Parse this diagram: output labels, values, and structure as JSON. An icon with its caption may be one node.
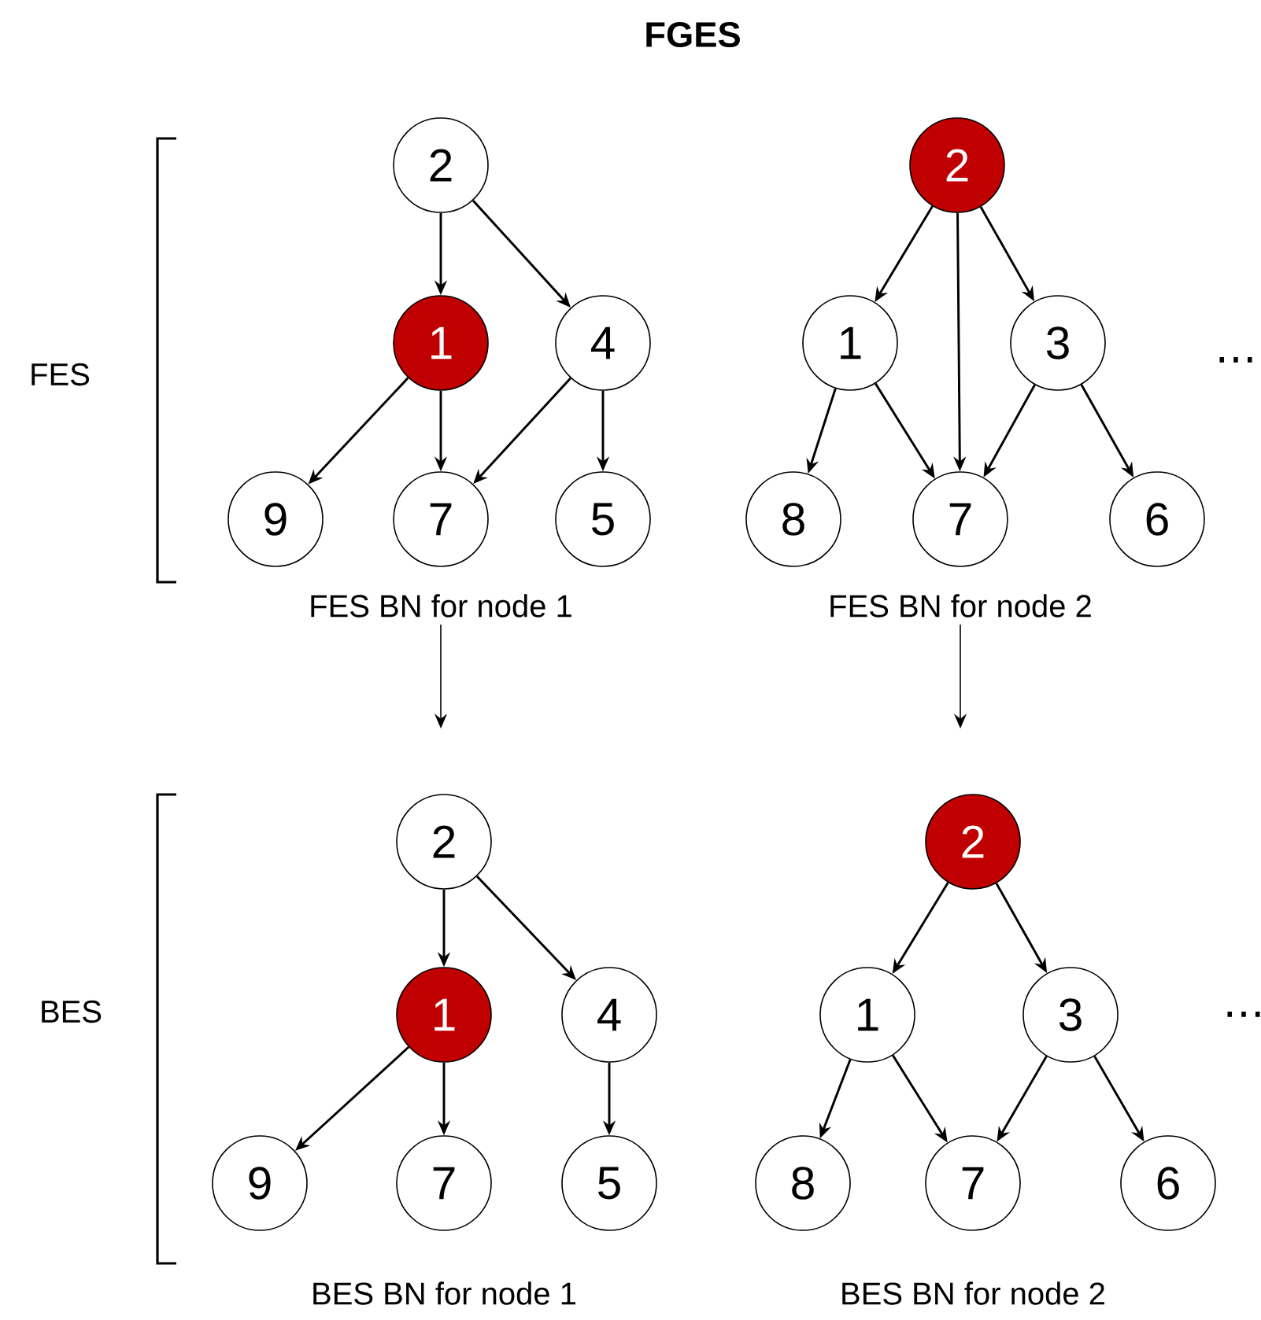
{
  "diagram": {
    "title": "FGES",
    "nodes": [
      {
        "text": [
          "2"
        ]
      },
      {
        "text": [
          "1"
        ]
      },
      {
        "text": [
          "4"
        ]
      },
      {
        "text": [
          "9"
        ]
      },
      {
        "text": [
          "7"
        ]
      },
      {
        "text": [
          "5"
        ]
      },
      {
        "text": [
          "FES BN for node 1"
        ]
      },
      {
        "text": [
          "2"
        ]
      },
      {
        "text": [
          "1"
        ]
      },
      {
        "text": [
          "3"
        ]
      },
      {
        "text": [
          "8"
        ]
      },
      {
        "text": [
          "7"
        ]
      },
      {
        "text": [
          "6"
        ]
      },
      {
        "text": [
          "FES BN for node 2"
        ]
      },
      {
        "text": [
          "2"
        ]
      },
      {
        "text": [
          "1"
        ]
      },
      {
        "text": [
          "4"
        ]
      },
      {
        "text": [
          "9"
        ]
      },
      {
        "text": [
          "7"
        ]
      },
      {
        "text": [
          "5"
        ]
      },
      {
        "text": [
          "BES BN for node 1"
        ]
      },
      {
        "text": [
          "2"
        ]
      },
      {
        "text": [
          "1"
        ]
      },
      {
        "text": [
          "3"
        ]
      },
      {
        "text": [
          "8"
        ]
      },
      {
        "text": [
          "7"
        ]
      },
      {
        "text": [
          "6"
        ]
      },
      {
        "text": [
          "BES BN for node 2"
        ]
      }
    ],
    "edges": [
      {
        "from": 0,
        "to": 1,
        "arrow": "to"
      },
      {
        "from": 0,
        "to": 2,
        "arrow": "to"
      },
      {
        "from": 1,
        "to": 3,
        "arrow": "to"
      },
      {
        "from": 1,
        "to": 4,
        "arrow": "to"
      },
      {
        "from": 2,
        "to": 4,
        "arrow": "to"
      },
      {
        "from": 2,
        "to": 5,
        "arrow": "to"
      },
      {
        "from": 7,
        "to": 8,
        "arrow": "to"
      },
      {
        "from": 7,
        "to": 11,
        "arrow": "to"
      },
      {
        "from": 7,
        "to": 9,
        "arrow": "to"
      },
      {
        "from": 8,
        "to": 10,
        "arrow": "to"
      },
      {
        "from": 8,
        "to": 11,
        "arrow": "to"
      },
      {
        "from": 9,
        "to": 11,
        "arrow": "to"
      },
      {
        "from": 9,
        "to": 12,
        "arrow": "to"
      },
      {
        "from": 14,
        "to": 15,
        "arrow": "to"
      },
      {
        "from": 14,
        "to": 16,
        "arrow": "to"
      },
      {
        "from": 15,
        "to": 17,
        "arrow": "to"
      },
      {
        "from": 15,
        "to": 18,
        "arrow": "to"
      },
      {
        "from": 16,
        "to": 19,
        "arrow": "to"
      },
      {
        "from": 21,
        "to": 22,
        "arrow": "to"
      },
      {
        "from": 21,
        "to": 23,
        "arrow": "to"
      },
      {
        "from": 22,
        "to": 24,
        "arrow": "to"
      },
      {
        "from": 22,
        "to": 25,
        "arrow": "to"
      },
      {
        "from": 23,
        "to": 25,
        "arrow": "to"
      },
      {
        "from": 23,
        "to": 26,
        "arrow": "to"
      },
      {
        "from": 6,
        "to": null,
        "arrow": "to"
      },
      {
        "from": 13,
        "to": null,
        "arrow": "to"
      }
    ],
    "labels": [
      "FES",
      "⋯",
      "BES",
      "⋯"
    ]
  }
}
